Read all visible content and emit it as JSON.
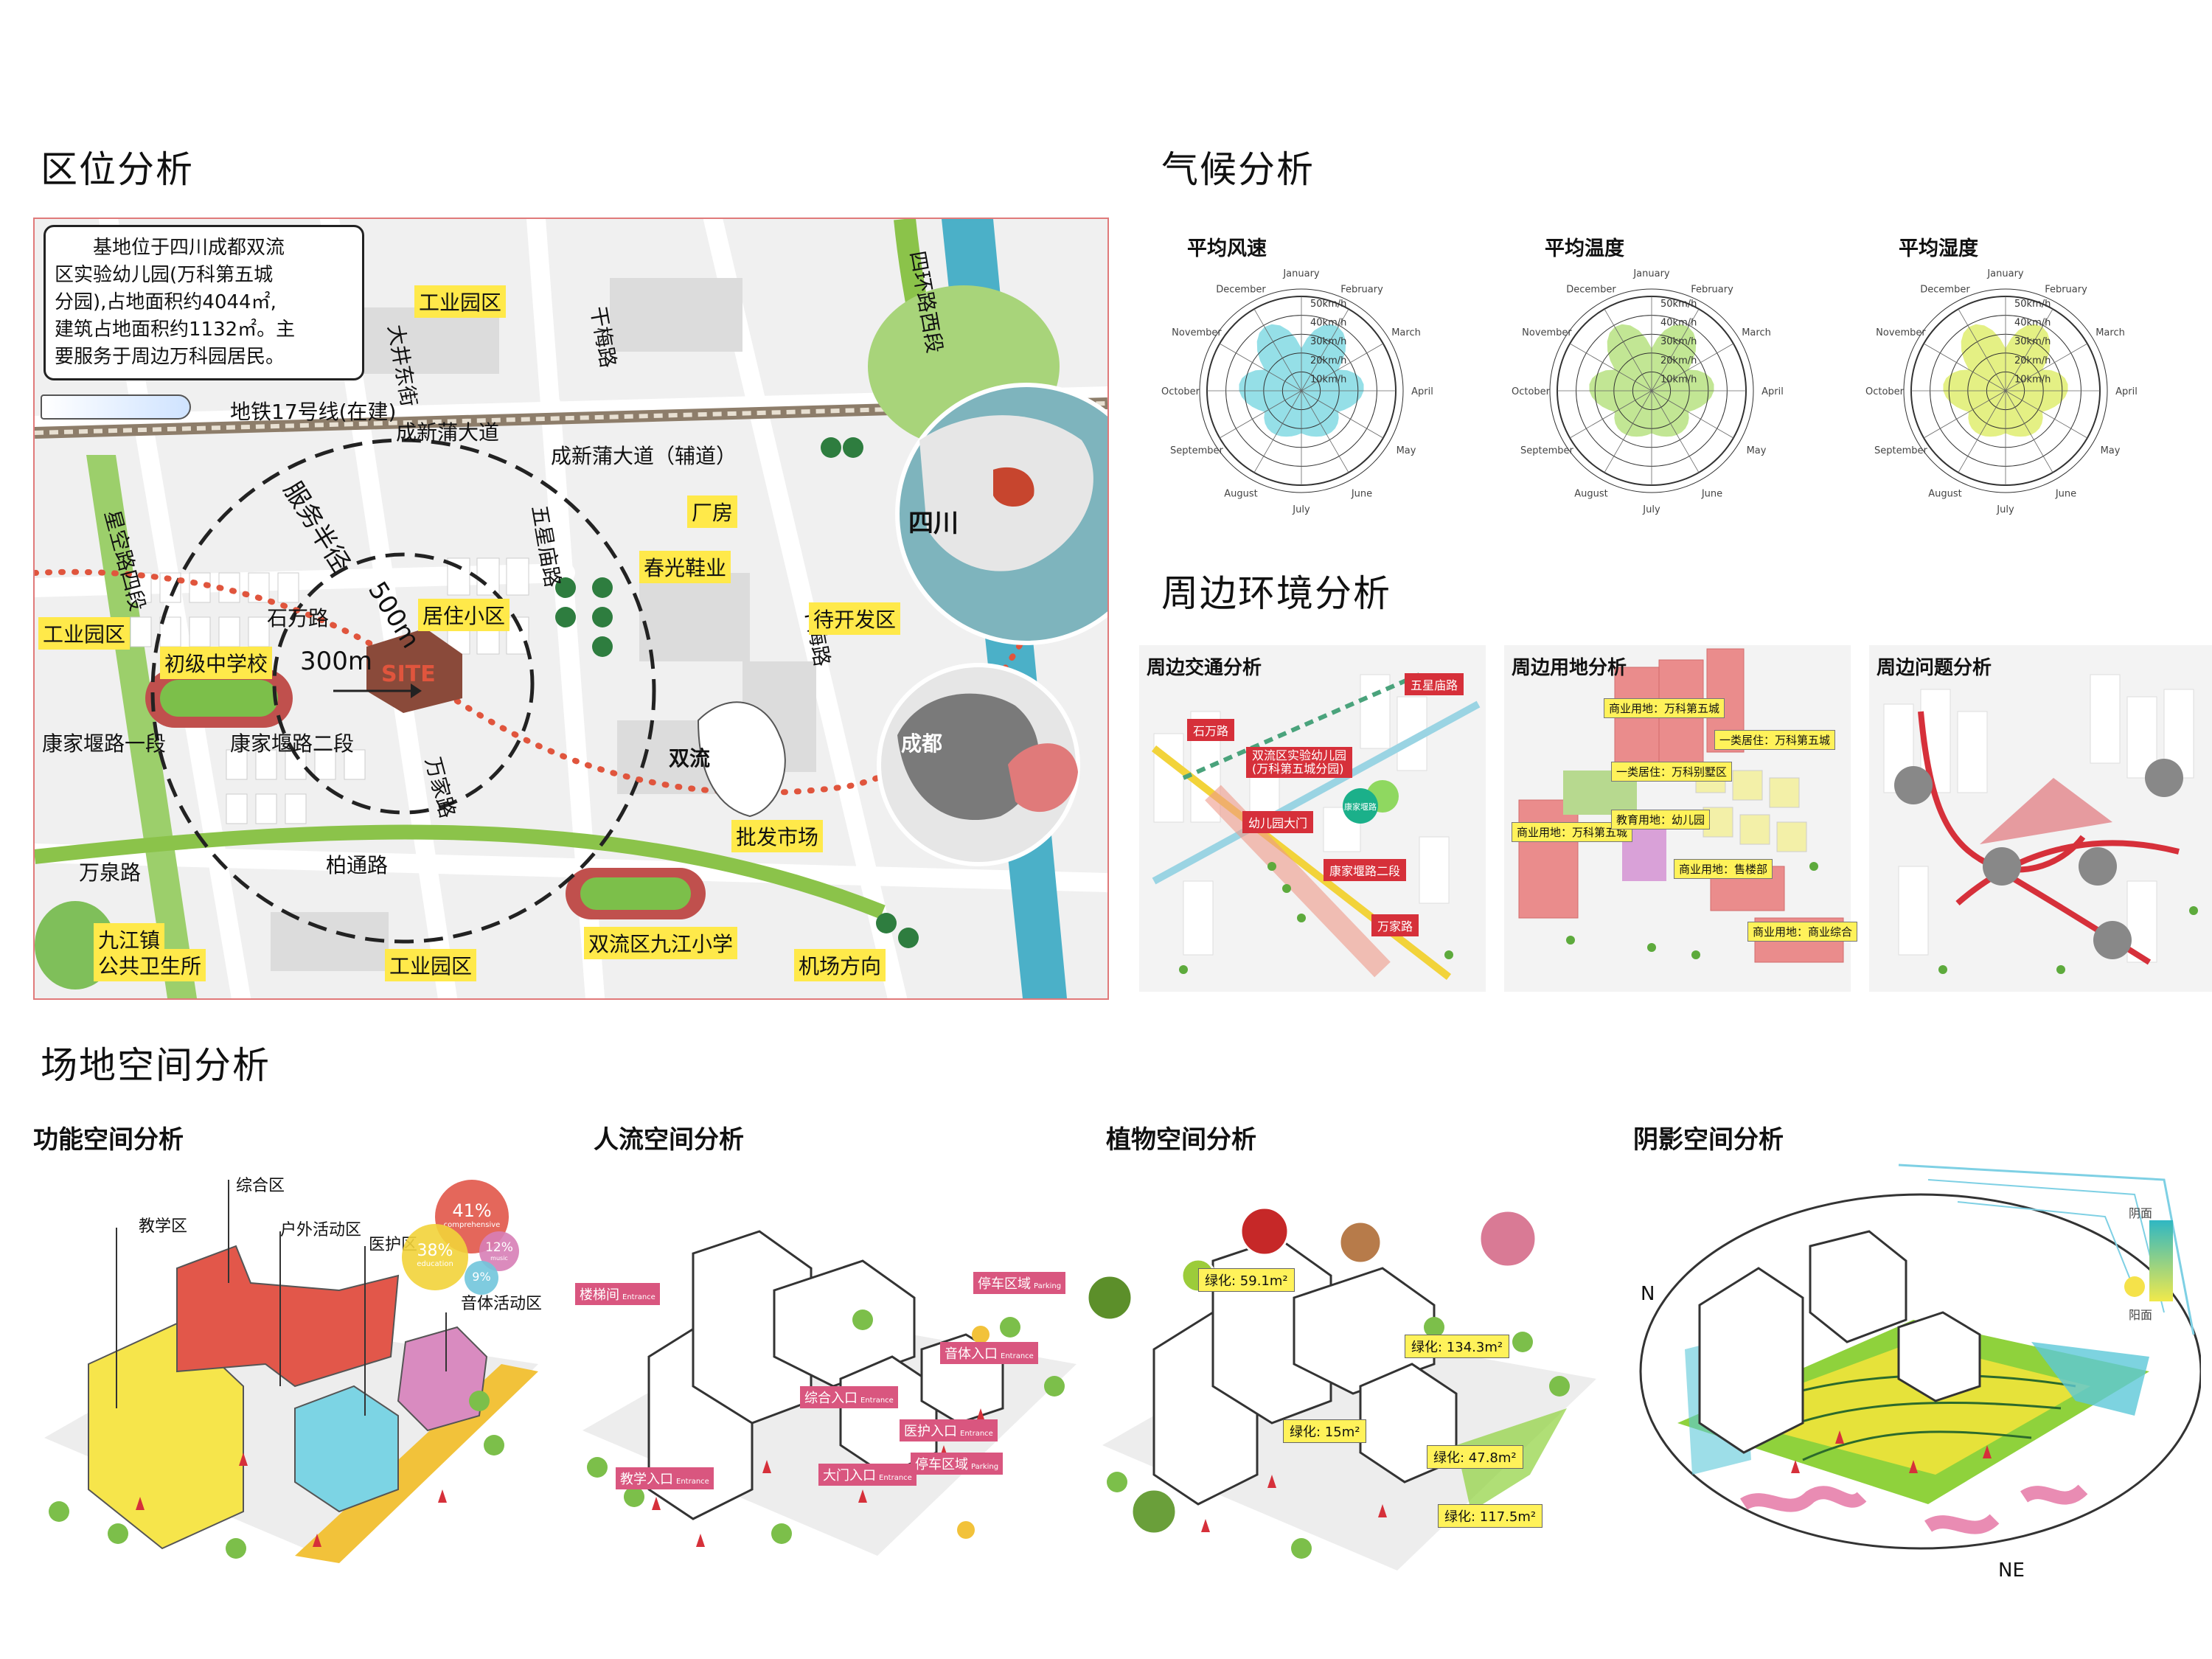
{
  "sections": {
    "location": "区位分析",
    "climate": "气候分析",
    "surroundings": "周边环境分析",
    "site_space": "场地空间分析"
  },
  "location_map": {
    "callout": [
      "基地位于四川成都双流",
      "区实验幼儿园(万科第五城",
      "分园),占地面积约4044㎡,",
      "建筑占地面积约1132㎡。主",
      "要服务于周边万科园居民。"
    ],
    "metro_label": "地铁17号线(在建)",
    "roads": {
      "chengxin": "成新蒲大道",
      "chengxin_aux": "成新蒲大道（辅道）",
      "dajing": "大井东街",
      "ganmei1": "干梅路",
      "ganmei2": "干梅路",
      "sihuan": "四环路西段",
      "xingkong": "星空路四段",
      "wuxing": "五星庙路",
      "shiwan": "石万路",
      "kangjia1": "康家堰路一段",
      "kangjia2": "康家堰路二段",
      "wanjia": "万家路",
      "baitong": "柏通路",
      "wanquan": "万泉路"
    },
    "places": {
      "industrial1": "工业园区",
      "industrial2": "工业园区",
      "industrial3": "工业园区",
      "factory": "厂房",
      "shoes": "春光鞋业",
      "residential": "居住小区",
      "middle_school": "初级中学校",
      "pending": "待开发区",
      "wholesale": "批发市场",
      "primary_school": "双流区九江小学",
      "airport": "机场方向",
      "clinic1": "九江镇",
      "clinic2": "公共卫生所"
    },
    "radius_label": "服务半径",
    "r500": "500m",
    "r300": "300m",
    "site": "SITE",
    "sichuan": "四川",
    "chengdu": "成都",
    "shuangliu": "双流"
  },
  "climate": {
    "charts": [
      {
        "title": "平均风速",
        "color": "#3ec5d3"
      },
      {
        "title": "平均温度",
        "color": "#8fd23c"
      },
      {
        "title": "平均湿度",
        "color": "#cde31f"
      }
    ],
    "months": [
      "January",
      "February",
      "March",
      "April",
      "May",
      "June",
      "July",
      "August",
      "September",
      "October",
      "November",
      "December"
    ],
    "rings": [
      "50km/h",
      "40km/h",
      "30km/h",
      "20km/h",
      "10km/h"
    ]
  },
  "surroundings": {
    "panels": [
      {
        "title": "周边交通分析"
      },
      {
        "title": "周边用地分析"
      },
      {
        "title": "周边问题分析"
      }
    ],
    "traffic_tags": [
      "五星庙路",
      "石万路",
      "双流区实验幼儿园",
      "(万科第五城分园)",
      "幼儿园大门",
      "康家堰路二段",
      "万家路"
    ],
    "bus_stop": "康家堰路",
    "land_tags": [
      "商业用地：万科第五城",
      "一类居住：万科第五城",
      "一类居住：万科别墅区",
      "商业用地：万科第五城",
      "教育用地：幼儿园",
      "商业用地：售楼部",
      "商业用地：商业综合"
    ]
  },
  "space": {
    "titles": [
      "功能空间分析",
      "人流空间分析",
      "植物空间分析",
      "阴影空间分析"
    ],
    "function_labels": [
      "综合区",
      "教学区",
      "户外活动区",
      "医护区",
      "音体活动区"
    ],
    "function_pcts": [
      {
        "value": "41%",
        "sub": "comprehensive",
        "color": "#e2574a"
      },
      {
        "value": "38%",
        "sub": "education",
        "color": "#f2d33a"
      },
      {
        "value": "12%",
        "sub": "music",
        "color": "#d87fb6"
      },
      {
        "value": "9%",
        "sub": "",
        "color": "#72c6dc"
      }
    ],
    "flow_tags": [
      {
        "cn": "楼梯间",
        "en": "Entrance"
      },
      {
        "cn": "停车区域",
        "en": "Parking"
      },
      {
        "cn": "音体入口",
        "en": "Entrance"
      },
      {
        "cn": "综合入口",
        "en": "Entrance"
      },
      {
        "cn": "医护入口",
        "en": "Entrance"
      },
      {
        "cn": "停车区域",
        "en": "Parking"
      },
      {
        "cn": "教学入口",
        "en": "Entrance"
      },
      {
        "cn": "大门入口",
        "en": "Entrance"
      }
    ],
    "plant_tags": [
      "绿化: 59.1m²",
      "绿化: 134.3m²",
      "绿化: 15m²",
      "绿化: 47.8m²",
      "绿化: 117.5m²"
    ],
    "shadow": {
      "n": "N",
      "ne": "NE",
      "legend_top": "阴面",
      "legend_bottom": "阳面"
    }
  }
}
